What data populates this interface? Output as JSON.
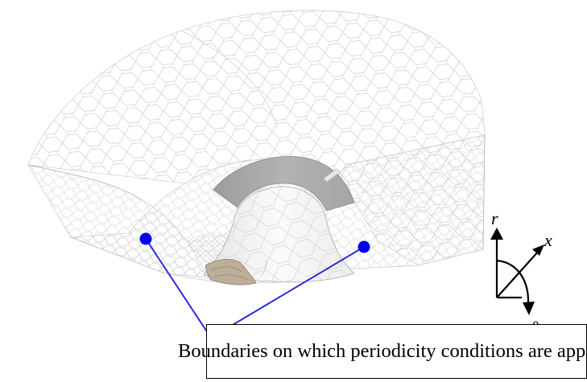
{
  "caption": {
    "text": "Boundaries on which periodicity conditions are applied"
  },
  "axes": {
    "r_label": "r",
    "x_label": "x",
    "theta_label": "θ"
  },
  "colors": {
    "marker": "#0000ee",
    "pointer_line": "#2b2bd6",
    "mesh": "#c8c8c8",
    "annular_surface": "#a6a6a6",
    "nacelle": "#f0f0f0",
    "inner_detail": "#b9a995"
  },
  "markers": [
    {
      "name": "left-periodic-boundary"
    },
    {
      "name": "right-periodic-boundary"
    }
  ]
}
